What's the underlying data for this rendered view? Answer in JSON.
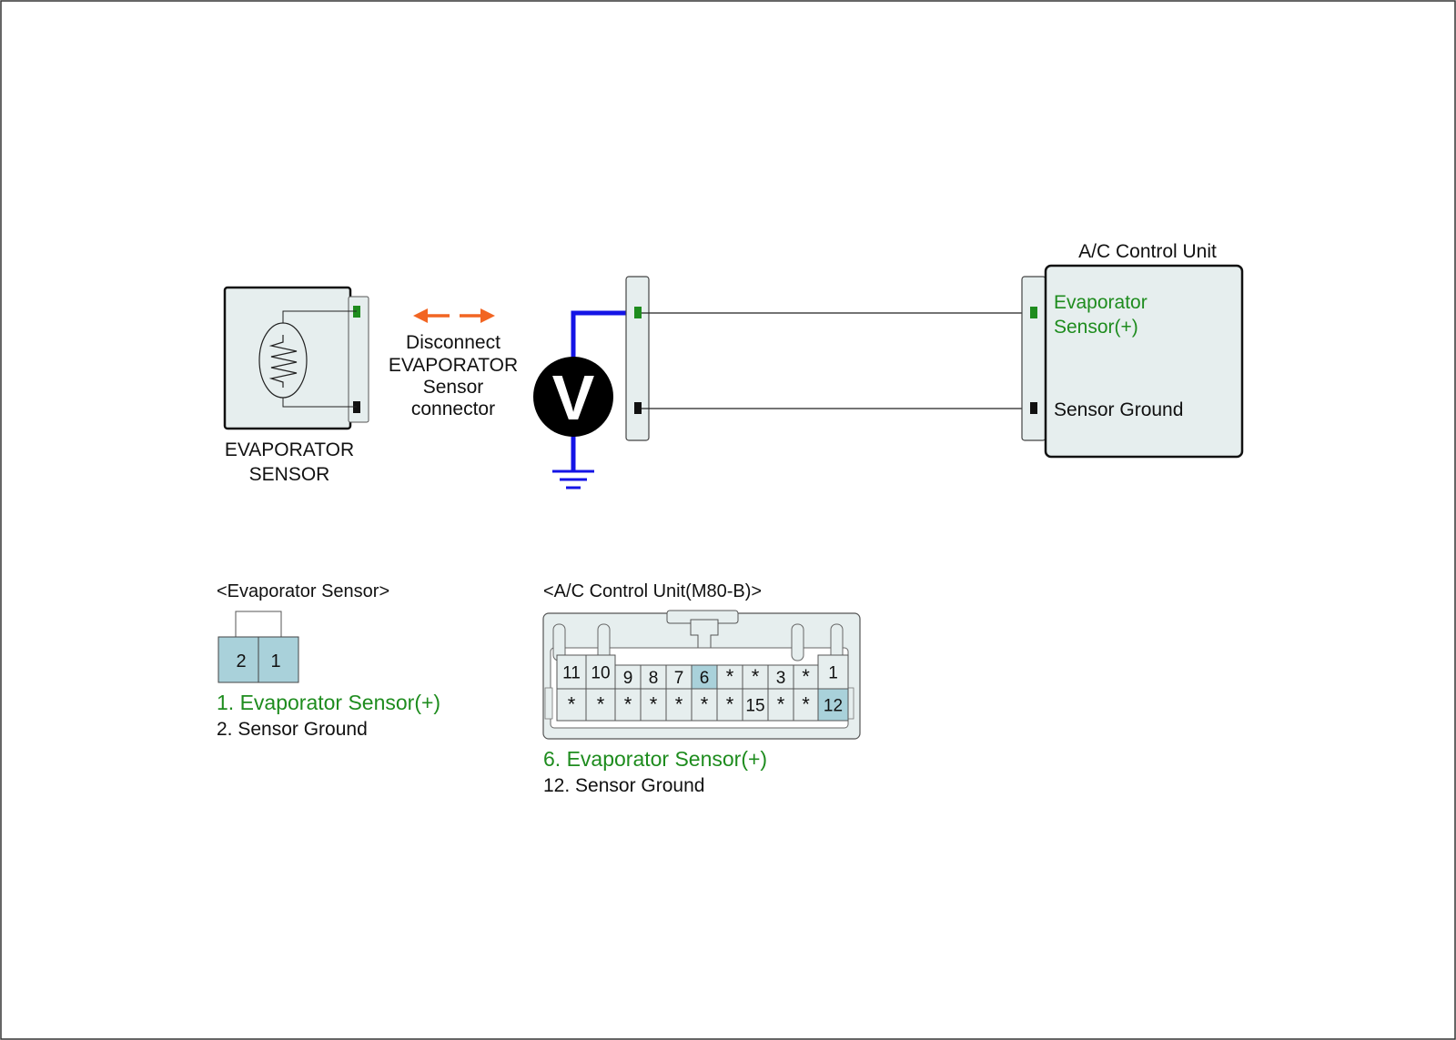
{
  "sensor": {
    "name_line1": "EVAPORATOR",
    "name_line2": "SENSOR"
  },
  "instruction": {
    "line1": "Disconnect",
    "line2": "EVAPORATOR",
    "line3": "Sensor",
    "line4": "connector"
  },
  "voltmeter": {
    "symbol": "V"
  },
  "ecu": {
    "title": "A/C Control Unit",
    "signal_line1": "Evaporator",
    "signal_line2": "Sensor(+)",
    "ground_label": "Sensor Ground"
  },
  "sensor_connector": {
    "title": "<Evaporator Sensor>",
    "pins": [
      "2",
      "1"
    ],
    "legend": {
      "signal": "1. Evaporator Sensor(+)",
      "ground": "2. Sensor Ground"
    }
  },
  "ecu_connector": {
    "title": "<A/C Control Unit(M80-B)>",
    "top_row": [
      "11",
      "10",
      "9",
      "8",
      "7",
      "6",
      "*",
      "*",
      "3",
      "*",
      "1"
    ],
    "bottom_row": [
      "*",
      "*",
      "*",
      "*",
      "*",
      "*",
      "*",
      "15",
      "*",
      "*",
      "12"
    ],
    "legend": {
      "signal": "6. Evaporator Sensor(+)",
      "ground": "12. Sensor Ground"
    }
  },
  "colors": {
    "signal_green": "#1e8c1e",
    "meter_wire_blue": "#1414e6",
    "arrow_orange": "#f26522",
    "highlight_pin": "#a9d1da",
    "body_fill": "#e6eeee"
  }
}
